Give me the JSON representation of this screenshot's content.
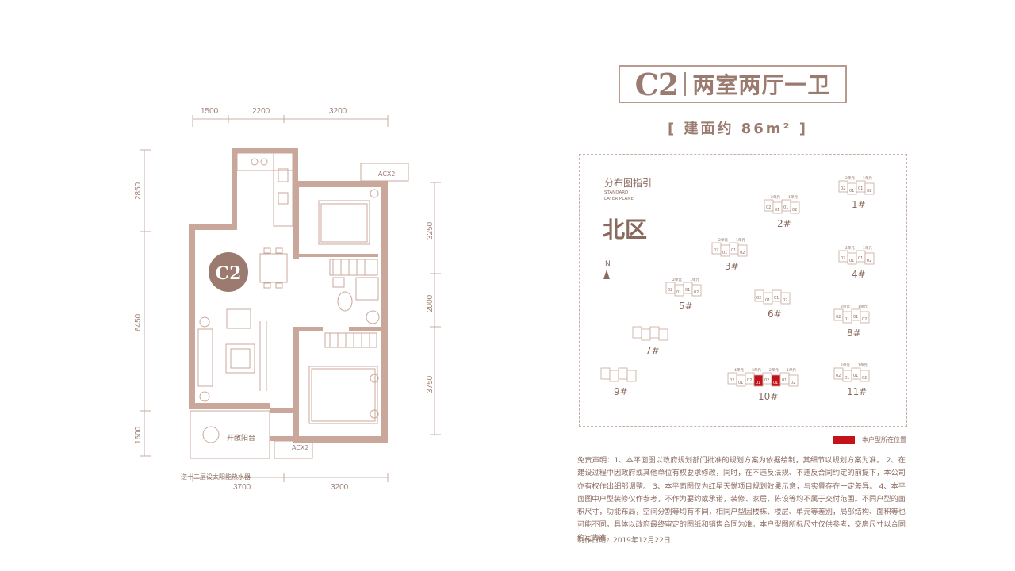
{
  "unit": {
    "code": "C2",
    "type_name": "两室两厅一卫",
    "area_text": "[ 建面约 86m² ]",
    "plan_badge": "C2"
  },
  "floor_plan": {
    "dims_top": [
      "1500",
      "2200",
      "3200"
    ],
    "dims_bottom": [
      "3700",
      "3200"
    ],
    "dims_left": [
      "2850",
      "6450",
      "1600"
    ],
    "dims_right": [
      "3250",
      "2000",
      "3750"
    ],
    "ac_labels": [
      "ACX2",
      "ACX2"
    ],
    "balcony_label": "开敞阳台",
    "note": "逆十二层设太阳能热水器"
  },
  "guide_map": {
    "title": "分布图指引",
    "subtitle_line1": "STANDARD",
    "subtitle_line2": "LAYER PLANE",
    "zone": "北区",
    "north": "N",
    "buildings": [
      {
        "label": "1#",
        "units": [
          "02",
          "01",
          "01",
          "02"
        ],
        "tops": [
          "2单元",
          "1单元"
        ]
      },
      {
        "label": "2#",
        "units": [
          "02",
          "01",
          "01",
          "02"
        ],
        "tops": [
          "2单元",
          "1单元"
        ]
      },
      {
        "label": "3#",
        "units": [
          "02",
          "01",
          "01",
          "02"
        ],
        "tops": [
          "2单元",
          "1单元"
        ]
      },
      {
        "label": "4#",
        "units": [
          "02",
          "01",
          "01",
          "02"
        ],
        "tops": [
          "2单元",
          "1单元"
        ]
      },
      {
        "label": "5#",
        "units": [
          "02",
          "01",
          "01",
          "02"
        ],
        "tops": [
          "2单元",
          "1单元"
        ]
      },
      {
        "label": "6#",
        "units": [
          "02",
          "01",
          "01",
          "02"
        ],
        "tops": []
      },
      {
        "label": "7#",
        "units": [],
        "tops": []
      },
      {
        "label": "8#",
        "units": [
          "02",
          "01",
          "01",
          "02"
        ],
        "tops": [
          "2单元",
          "1单元"
        ]
      },
      {
        "label": "9#",
        "units": [],
        "tops": []
      },
      {
        "label": "10#",
        "units": [
          "02",
          "01",
          "02",
          "01",
          "02",
          "01",
          "01",
          "02"
        ],
        "tops": [
          "4单元",
          "3单元",
          "2单元",
          "1单元"
        ]
      },
      {
        "label": "11#",
        "units": [
          "02",
          "01",
          "01",
          "02"
        ],
        "tops": [
          "2单元",
          "1单元"
        ]
      }
    ],
    "legend": "本户型所在位置",
    "highlight_color": "#c4121a"
  },
  "disclaimer": "免责声明：1、本平面图以政府规划部门批准的规划方案为依据绘制，其细节以规划方案为准。 2、在建设过程中因政府或其他单位有权要求修改，同时，在不违反法规、不违反合同约定的前提下，本公司亦有权作出细部调整。 3、本平面图仅为红星天悦项目规划效果示意，与实景存在一定差异。 4、本平面图中户型装修仅作参考，不作为要约或承诺，装修、家居、陈设等均不属于交付范围。不同户型的面积尺寸，功能布局，空间分割等均有不同，相同户型因楼栋、楼层、单元等差别，局部结构、面积等也可能不同，具体以政府最终审定的图纸和销售合同为准。本户型图所标尺寸仅供参考，交房尺寸以合同约定为准。",
  "date": "制作日期：2019年12月22日",
  "colors": {
    "wall": "#c9a89b",
    "wall_dark": "#b18e82",
    "text": "#8a6a5e",
    "highlight": "#c4121a"
  }
}
